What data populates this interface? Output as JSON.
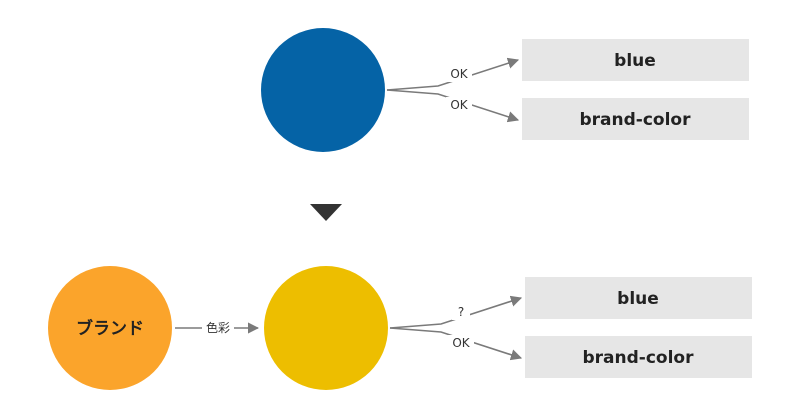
{
  "colors": {
    "blue_circle": "#0563A6",
    "orange_circle": "#FBA42B",
    "yellow_circle": "#EDBE00",
    "box_fill": "#E6E6E6",
    "arrow": "#7A7A7A",
    "down_triangle": "#333333"
  },
  "top": {
    "edges": [
      {
        "label": "OK",
        "target": "blue"
      },
      {
        "label": "OK",
        "target": "brand-color"
      }
    ],
    "boxes": [
      "blue",
      "brand-color"
    ]
  },
  "bottom": {
    "source_node": "ブランド",
    "source_edge_label": "色彩",
    "edges": [
      {
        "label": "?",
        "target": "blue"
      },
      {
        "label": "OK",
        "target": "brand-color"
      }
    ],
    "boxes": [
      "blue",
      "brand-color"
    ]
  }
}
